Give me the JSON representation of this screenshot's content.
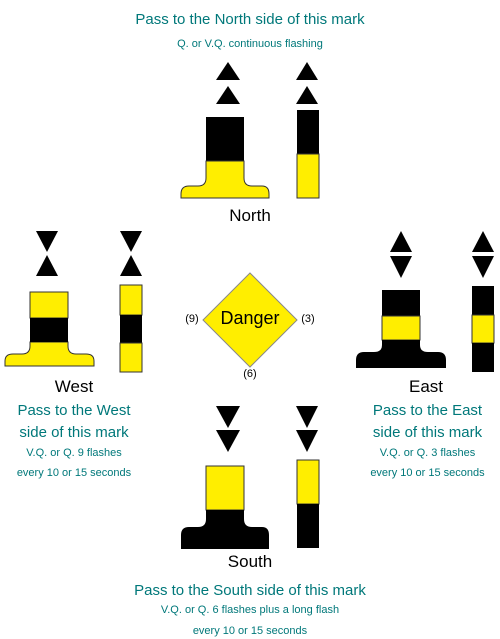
{
  "colors": {
    "yellow": "#ffee00",
    "black": "#000000",
    "teal": "#00787a",
    "outline": "#333333"
  },
  "north": {
    "heading": "Pass to the North side of this mark",
    "light": "Q. or V.Q. continuous flashing",
    "label": "North",
    "topmark": "two cones pointing up",
    "body_colors": "black over yellow"
  },
  "west": {
    "heading_line1": "Pass to the West",
    "heading_line2": "side of this mark",
    "light_line1": "V.Q. or Q. 9 flashes",
    "light_line2": "every 10 or 15 seconds",
    "label": "West",
    "topmark": "two cones point to point",
    "body_colors": "yellow, black, yellow"
  },
  "east": {
    "heading_line1": "Pass to the East",
    "heading_line2": "side of this mark",
    "light_line1": "V.Q. or Q. 3 flashes",
    "light_line2": "every 10 or 15 seconds",
    "label": "East",
    "topmark": "two cones base to base",
    "body_colors": "black, yellow, black"
  },
  "south": {
    "heading": "Pass to the South side of this mark",
    "light_line1": "V.Q. or Q. 6 flashes plus a long flash",
    "light_line2": "every 10 or 15 seconds",
    "label": "South",
    "topmark": "two cones pointing down",
    "body_colors": "yellow over black"
  },
  "danger": {
    "label": "Danger",
    "west_flashes": "(9)",
    "east_flashes": "(3)",
    "south_flashes": "(6)"
  }
}
